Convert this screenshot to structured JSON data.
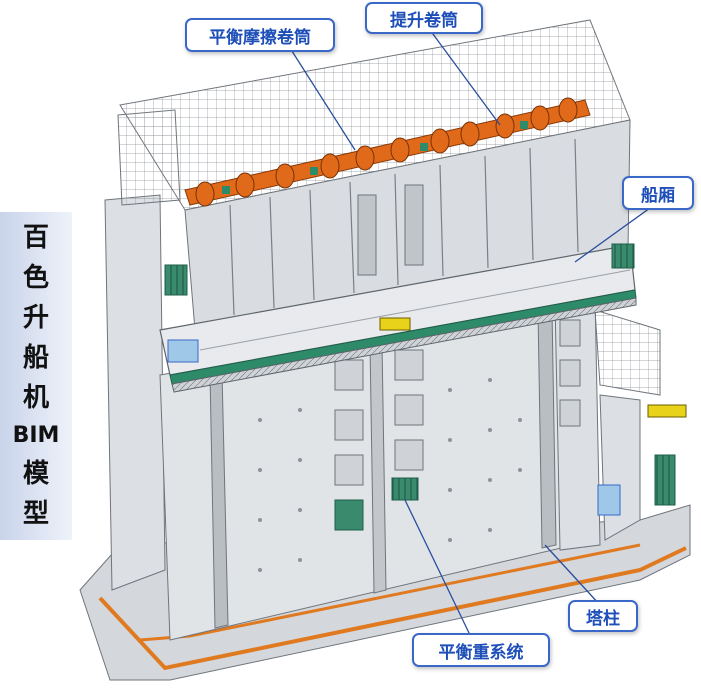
{
  "title_chars": [
    "百",
    "色",
    "升",
    "船",
    "机",
    "BIM",
    "模",
    "型"
  ],
  "callouts": {
    "balance_drum": "平衡摩擦卷筒",
    "hoist_drum": "提升卷筒",
    "ship_chamber": "船厢",
    "tower_column": "塔柱",
    "counterweight": "平衡重系统"
  },
  "colors": {
    "structure": "#d9dce0",
    "structure_dark": "#9aa0a6",
    "drum": "#e06a1a",
    "callout_border": "#3a68c8",
    "callout_text": "#1e4fb8",
    "green_panel": "#2e8b6a",
    "yellow": "#e8d21a"
  }
}
